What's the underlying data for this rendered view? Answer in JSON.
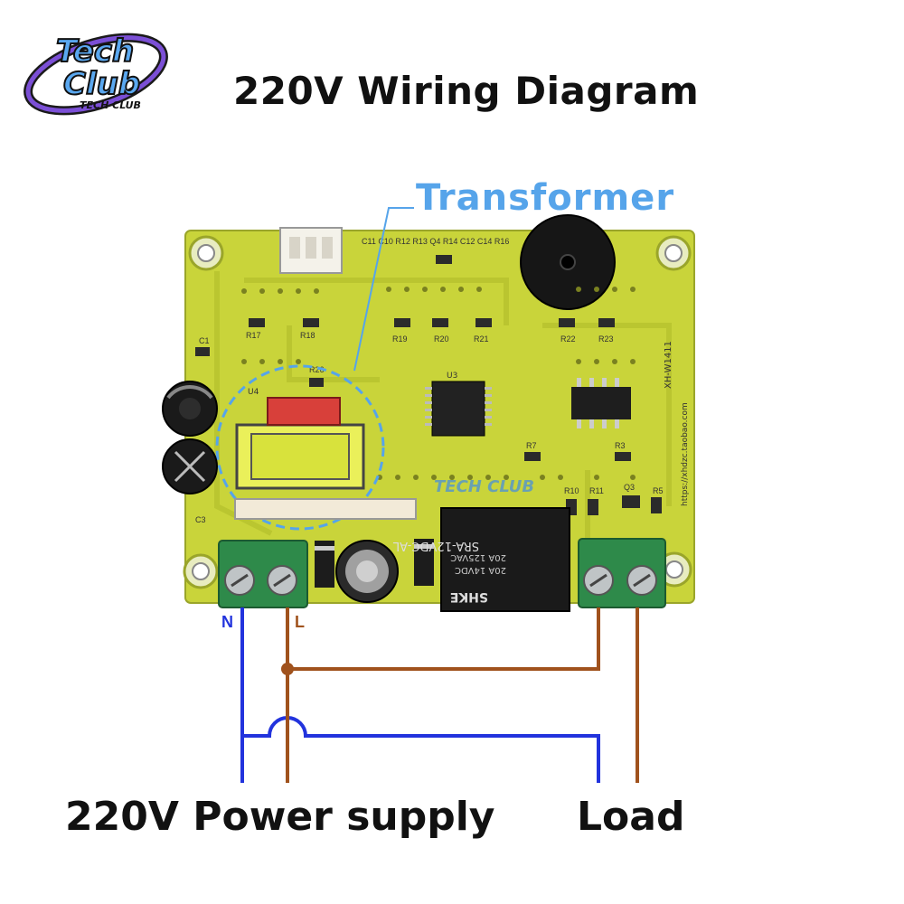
{
  "header": {
    "title": "220V Wiring Diagram"
  },
  "logo": {
    "line1": "Tech",
    "line2": "Club",
    "tagline": "TECH CLUB"
  },
  "callout": {
    "label": "Transformer"
  },
  "board": {
    "relay_text_1": "SRA-12VDC-AL",
    "relay_text_2": "20A 14VDC",
    "relay_text_3": "20A 125VAC",
    "relay_brand": "SHKE",
    "model_text": "XH-W1411",
    "url_text": "https://xhdzc.taobao.com",
    "ic_label": "U3",
    "u4_label": "U4",
    "watermark": "TECH CLUB",
    "components": [
      "R17",
      "R18",
      "R19",
      "R20",
      "R21",
      "R22",
      "R23",
      "R26",
      "R7",
      "R3",
      "R10",
      "R11",
      "R5",
      "Q3",
      "C1",
      "C3",
      "C11",
      "C10",
      "C12",
      "C14",
      "R12",
      "R13",
      "R14",
      "R16",
      "Q4"
    ]
  },
  "wiring": {
    "neutral_label": "N",
    "line_label": "L",
    "neutral_color": "#2233dd",
    "line_color": "#a0521d"
  },
  "footer": {
    "power_label": "220V Power supply",
    "load_label": "Load"
  },
  "colors": {
    "pcb": "#c9d43a",
    "callout": "#56a4ea",
    "terminal": "#2e8a4a",
    "relay": "#1a1a1a"
  }
}
